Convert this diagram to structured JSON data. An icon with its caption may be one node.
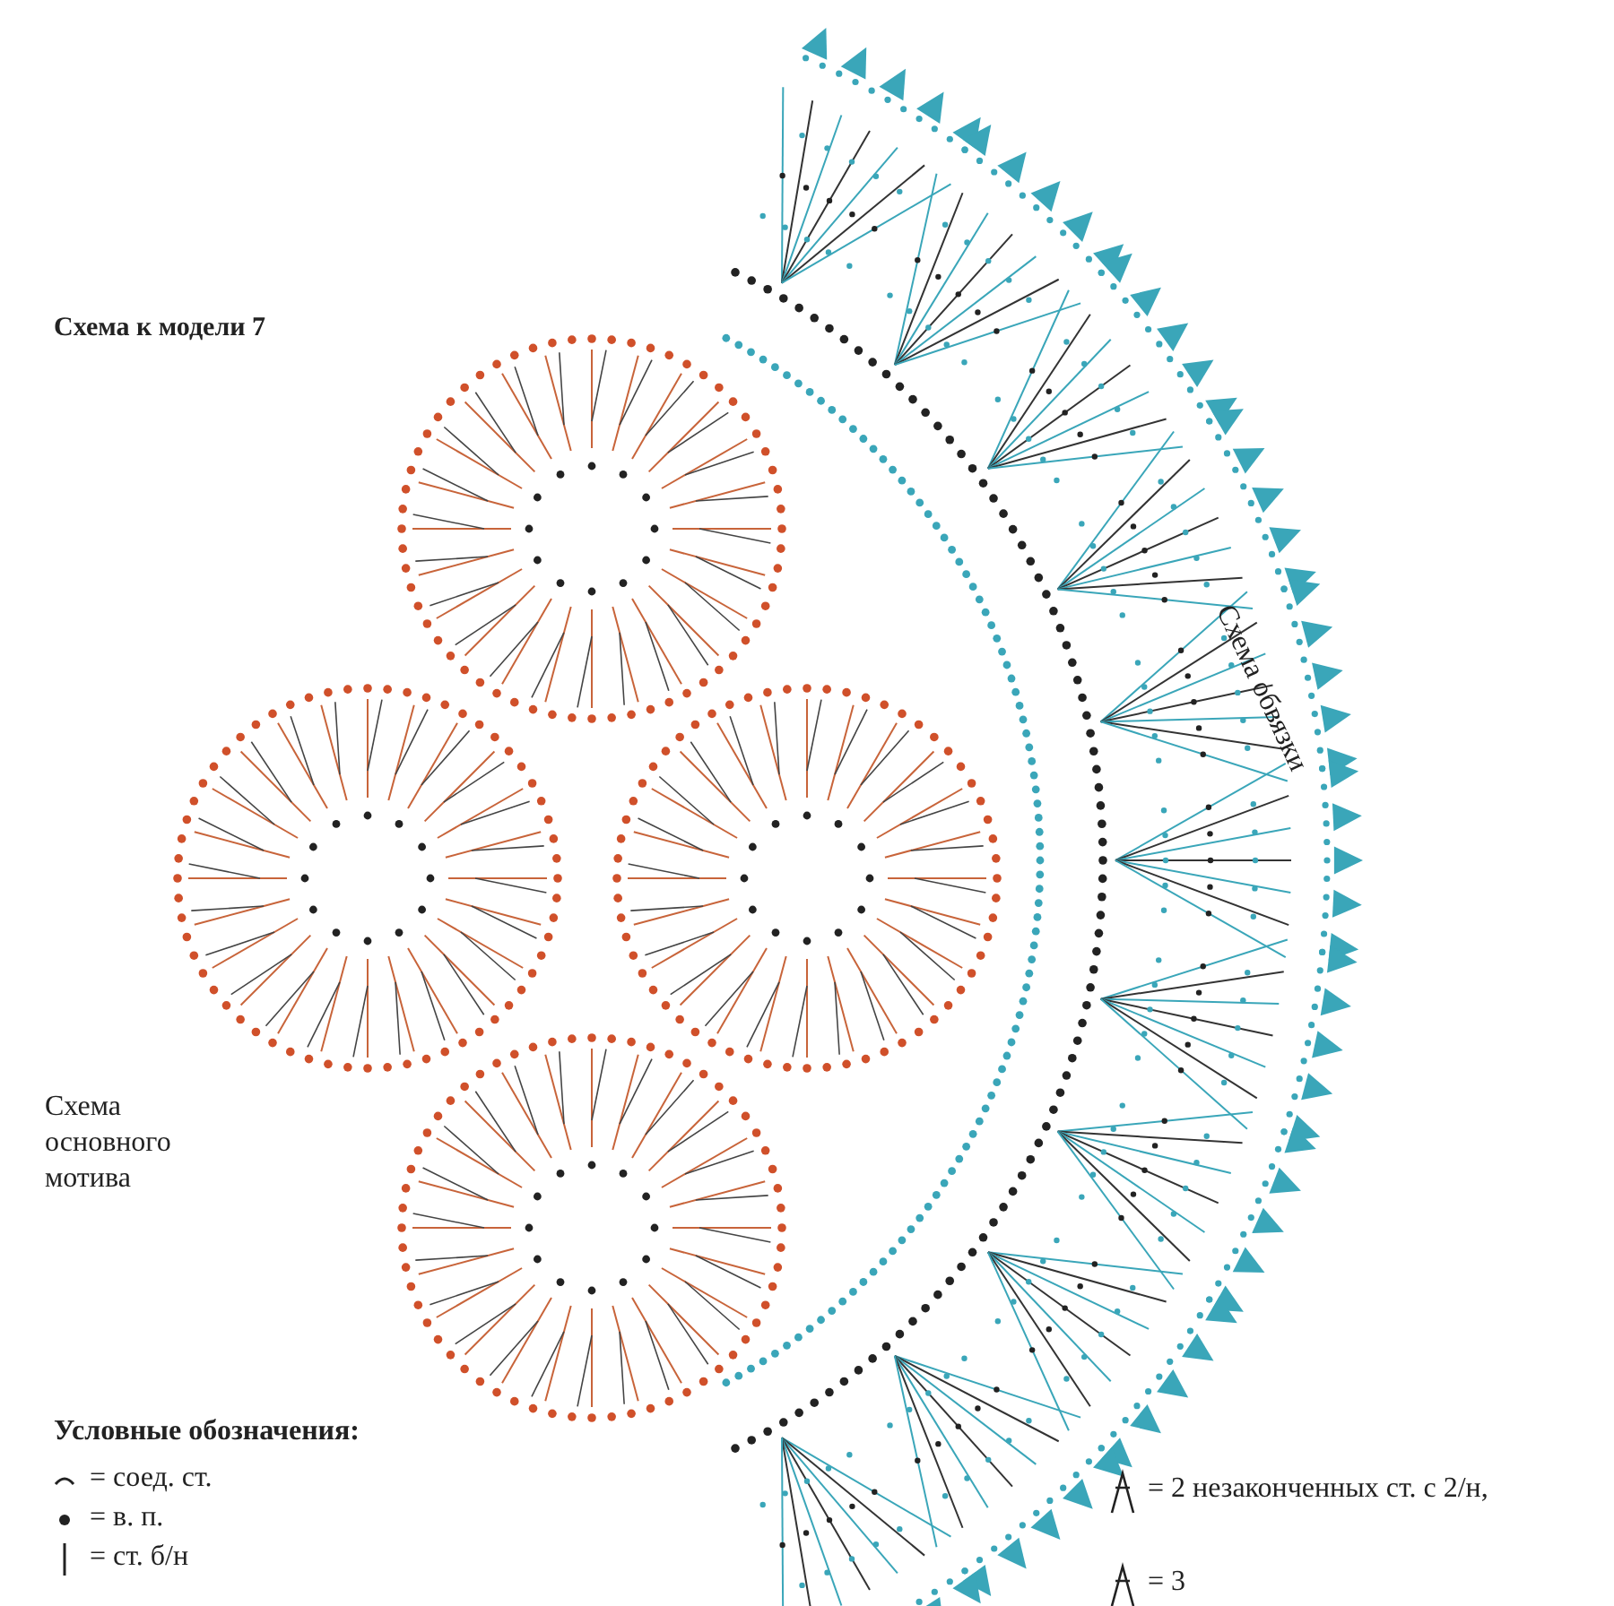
{
  "diagram": {
    "title": "Схема к модели 7",
    "labels": [
      "Схема обвязки",
      "Схема основного мотива",
      "Условные обозначения:"
    ],
    "legend": [
      {
        "text": "= соед. ст."
      },
      {
        "text": "= в. п."
      },
      {
        "text": "= ст. б/н"
      },
      {
        "text": "= 2 незаконченных ст. с 2/н,"
      },
      {
        "text": "= 3"
      }
    ]
  }
}
